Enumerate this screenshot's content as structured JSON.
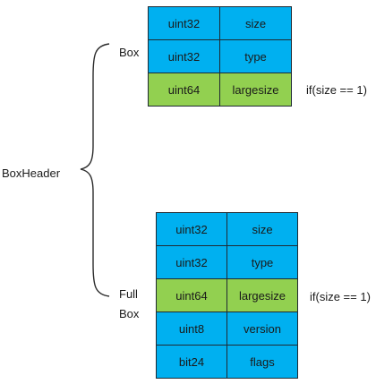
{
  "diagram": {
    "root_label": "BoxHeader",
    "box": {
      "label": "Box",
      "rows": [
        {
          "type": "uint32",
          "field": "size",
          "color": "#00b0f0"
        },
        {
          "type": "uint32",
          "field": "type",
          "color": "#00b0f0"
        },
        {
          "type": "uint64",
          "field": "largesize",
          "color": "#92d050"
        }
      ],
      "condition": "if(size == 1)"
    },
    "full_box": {
      "label_line1": "Full",
      "label_line2": "Box",
      "rows": [
        {
          "type": "uint32",
          "field": "size",
          "color": "#00b0f0"
        },
        {
          "type": "uint32",
          "field": "type",
          "color": "#00b0f0"
        },
        {
          "type": "uint64",
          "field": "largesize",
          "color": "#92d050"
        },
        {
          "type": "uint8",
          "field": "version",
          "color": "#00b0f0"
        },
        {
          "type": "bit24",
          "field": "flags",
          "color": "#00b0f0"
        }
      ],
      "condition": "if(size == 1)"
    },
    "colors": {
      "blue": "#00b0f0",
      "green": "#92d050",
      "border": "#1f2a33"
    }
  }
}
